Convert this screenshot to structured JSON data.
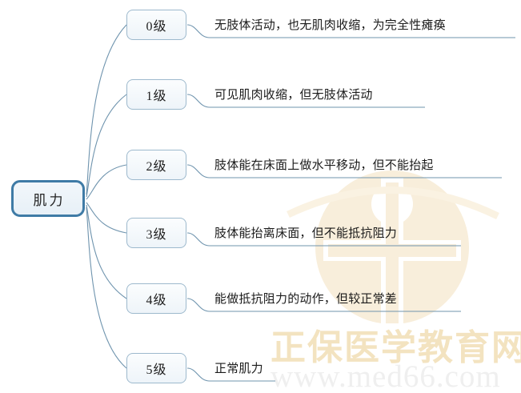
{
  "diagram": {
    "type": "mind-map",
    "root": {
      "label": "肌力"
    },
    "branches": [
      {
        "level_label": "0级",
        "description": "无肢体活动，也无肌肉收缩，为完全性瘫痪"
      },
      {
        "level_label": "1级",
        "description": "可见肌肉收缩，但无肢体活动"
      },
      {
        "level_label": "2级",
        "description": "肢体能在床面上做水平移动，但不能抬起"
      },
      {
        "level_label": "3级",
        "description": "肢体能抬离床面，但不能抵抗阻力"
      },
      {
        "level_label": "4级",
        "description": "能做抵抗阻力的动作，但较正常差"
      },
      {
        "level_label": "5级",
        "description": "正常肌力"
      }
    ]
  },
  "watermark": {
    "brand_text": "正保医学教育网",
    "url_text": "www.med66.com",
    "logo_name": "medical-cross-circle-logo",
    "brand_color": "#f3e3c0",
    "url_color": "#efefef"
  },
  "colors": {
    "root_border": "#3f7ba6",
    "root_fill": "#eaf2f8",
    "node_border": "#9db9cd",
    "node_fill": "#f4f9fc",
    "connector": "#6f94ae",
    "text": "#1b1b1b",
    "background": "#ffffff"
  }
}
